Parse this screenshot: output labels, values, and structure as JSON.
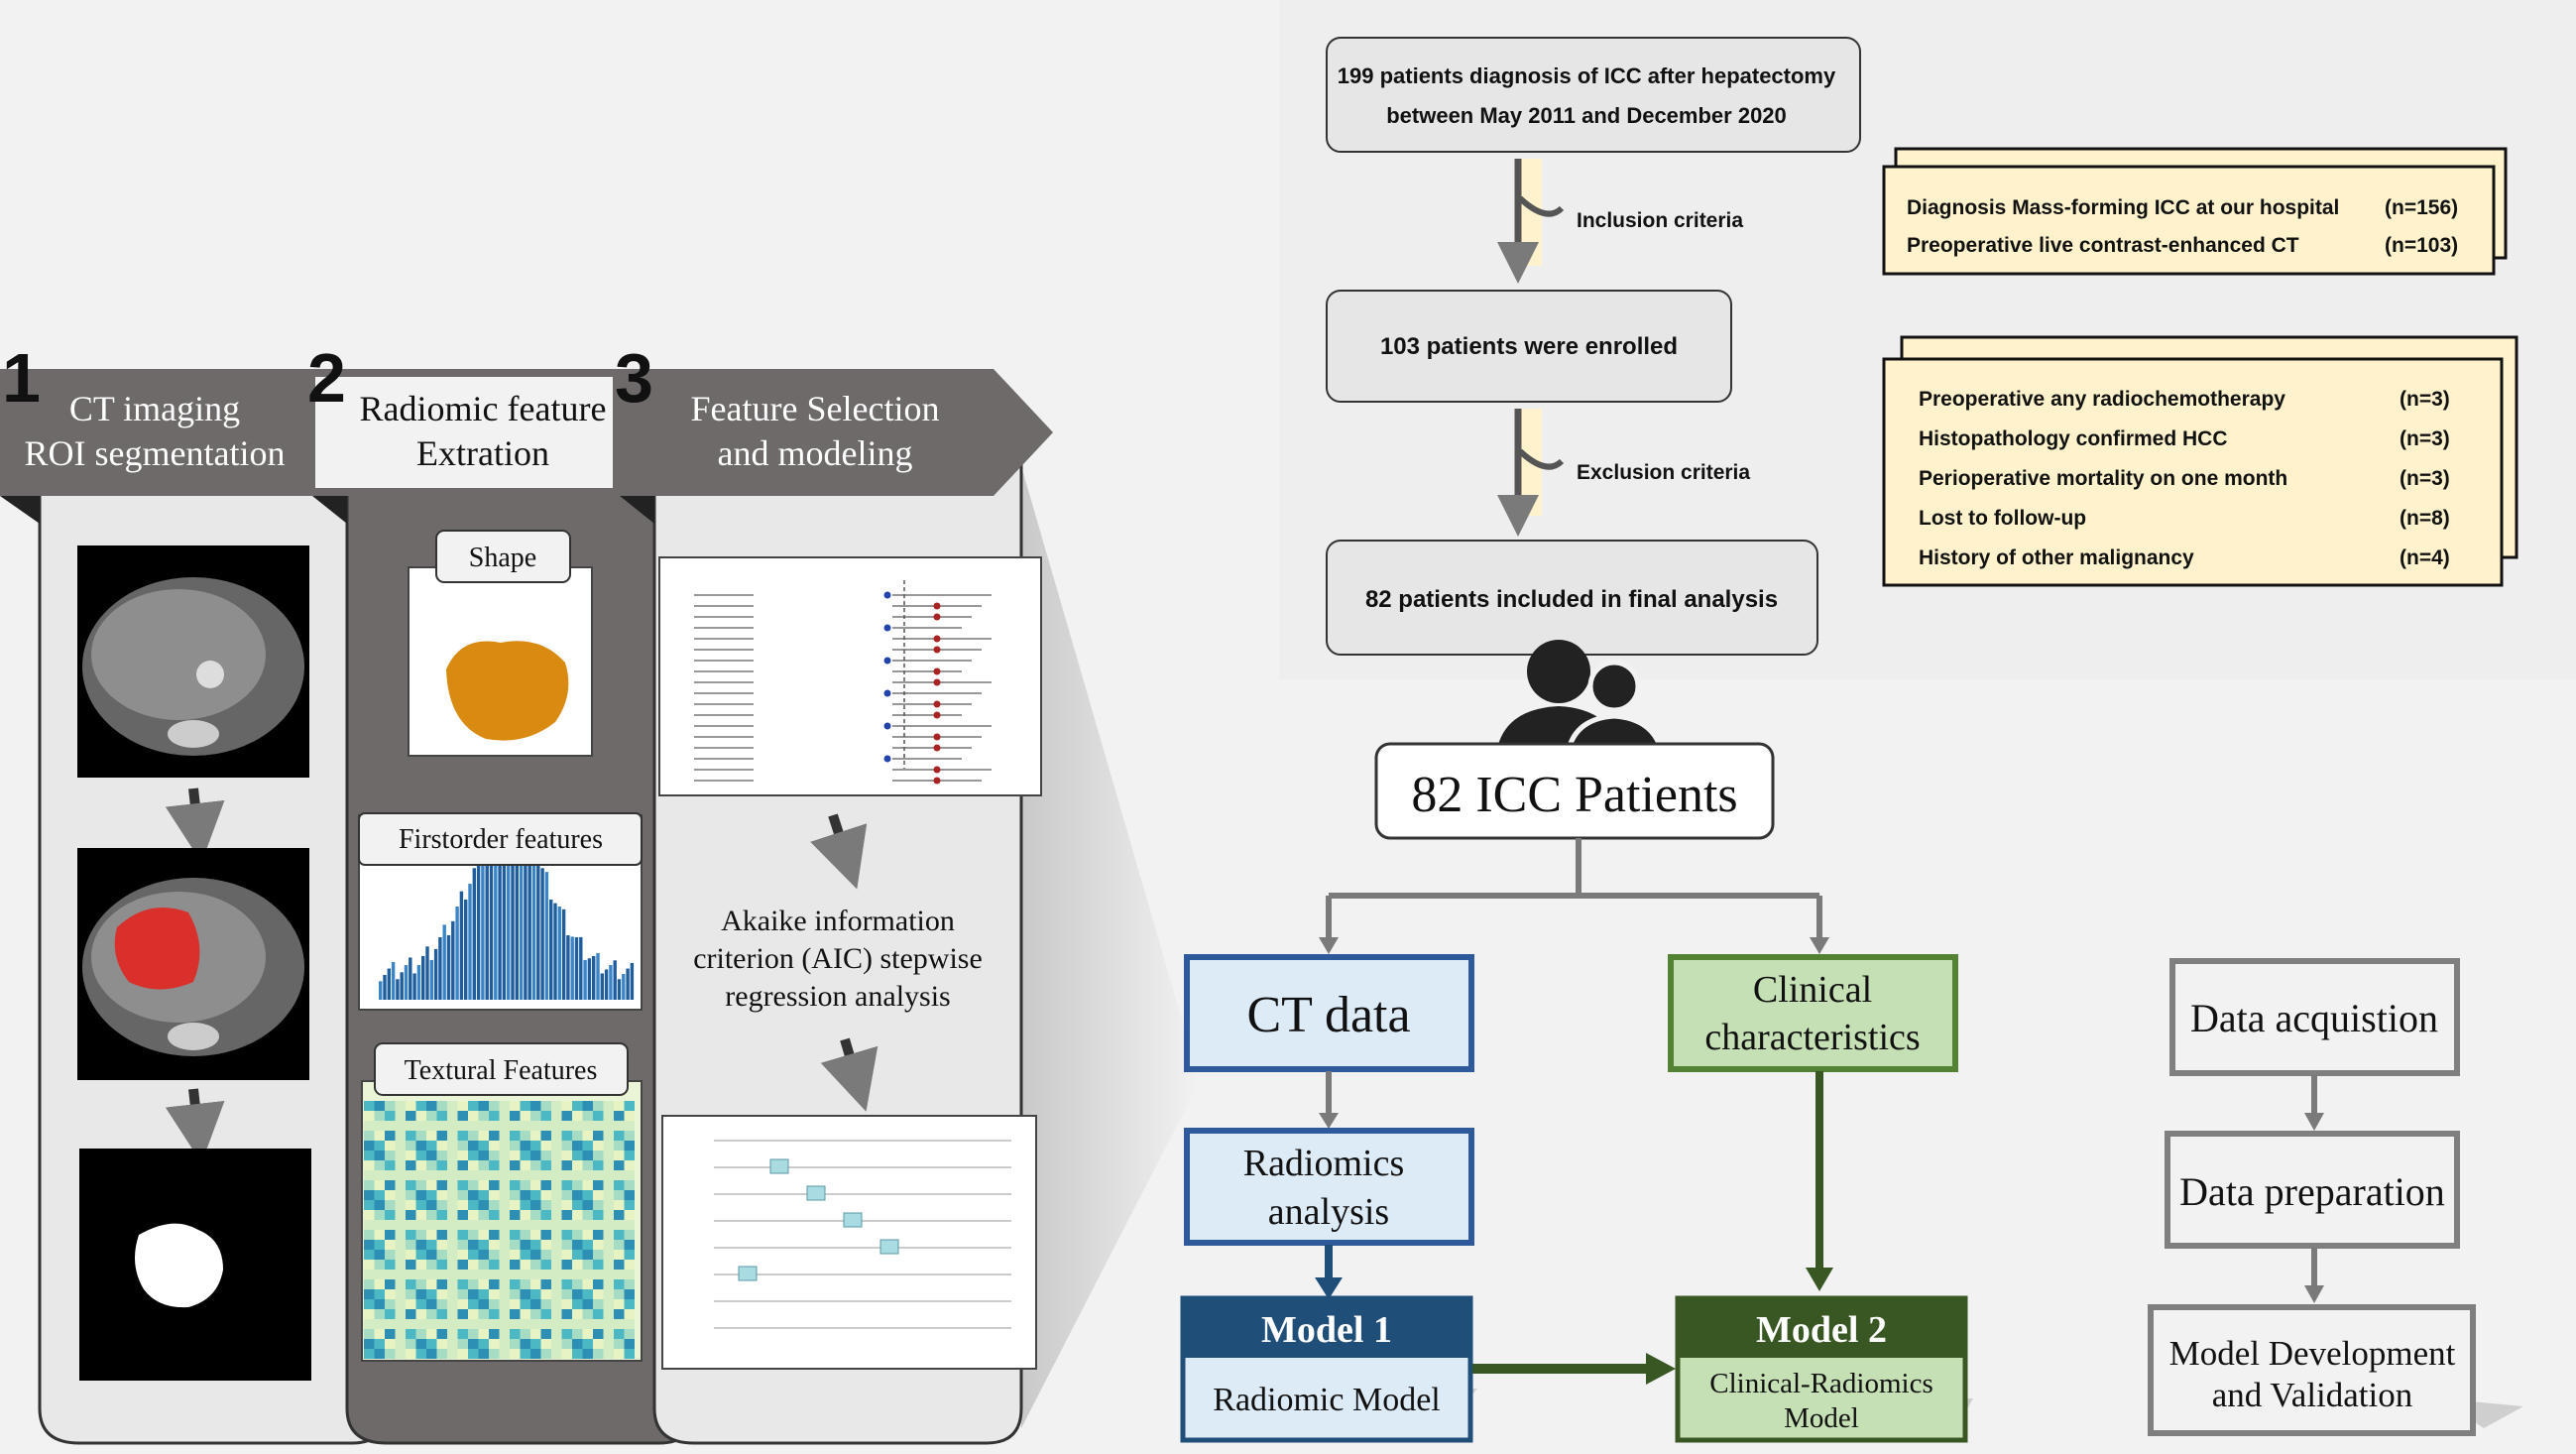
{
  "pipeline": {
    "steps": [
      {
        "number": "1",
        "title_line1": "CT imaging",
        "title_line2": "ROI segmentation"
      },
      {
        "number": "2",
        "title_line1": "Radiomic feature",
        "title_line2": "Extration"
      },
      {
        "number": "3",
        "title_line1": "Feature Selection",
        "title_line2": "and modeling"
      }
    ],
    "feature_labels": {
      "shape": "Shape",
      "firstorder": "Firstorder  features",
      "textural": "Textural Features"
    },
    "aic_text": [
      "Akaike information",
      "criterion (AIC) stepwise",
      "regression analysis"
    ]
  },
  "flowchart": {
    "start": [
      "199 patients diagnosis of ICC after hepatectomy",
      "between May 2011 and December 2020"
    ],
    "inclusion_label": "Inclusion criteria",
    "inclusion_items": [
      {
        "text": "Diagnosis Mass-forming ICC at our hospital",
        "n": "(n=156)"
      },
      {
        "text": "Preoperative live contrast-enhanced CT",
        "n": "(n=103)"
      }
    ],
    "enrolled": "103 patients were enrolled",
    "exclusion_label": "Exclusion criteria",
    "exclusion_items": [
      {
        "text": "Preoperative any radiochemotherapy",
        "n": "(n=3)"
      },
      {
        "text": "Histopathology confirmed HCC",
        "n": "(n=3)"
      },
      {
        "text": "Perioperative mortality on one month",
        "n": "(n=3)"
      },
      {
        "text": "Lost to follow-up",
        "n": "(n=8)"
      },
      {
        "text": "History of other malignancy",
        "n": "(n=4)"
      }
    ],
    "final": "82 patients included in final analysis"
  },
  "model": {
    "patients": "82 ICC Patients",
    "ct_data": "CT data",
    "clinical": [
      "Clinical",
      "characteristics"
    ],
    "radiomics": [
      "Radiomics",
      "analysis"
    ],
    "model1_title": "Model 1",
    "model1_sub": "Radiomic Model",
    "model2_title": "Model 2",
    "model2_sub": [
      "Clinical-Radiomics",
      "Model"
    ]
  },
  "workflow": {
    "steps": [
      "Data acquistion",
      "Data preparation",
      "Model Development",
      "and Validation"
    ]
  },
  "colors": {
    "blue": "#2e5a9c",
    "darkblue": "#1f4e79",
    "green": "#548235",
    "darkgreen": "#385723",
    "cream": "#fff2cc",
    "grey": "#6d6a69"
  }
}
